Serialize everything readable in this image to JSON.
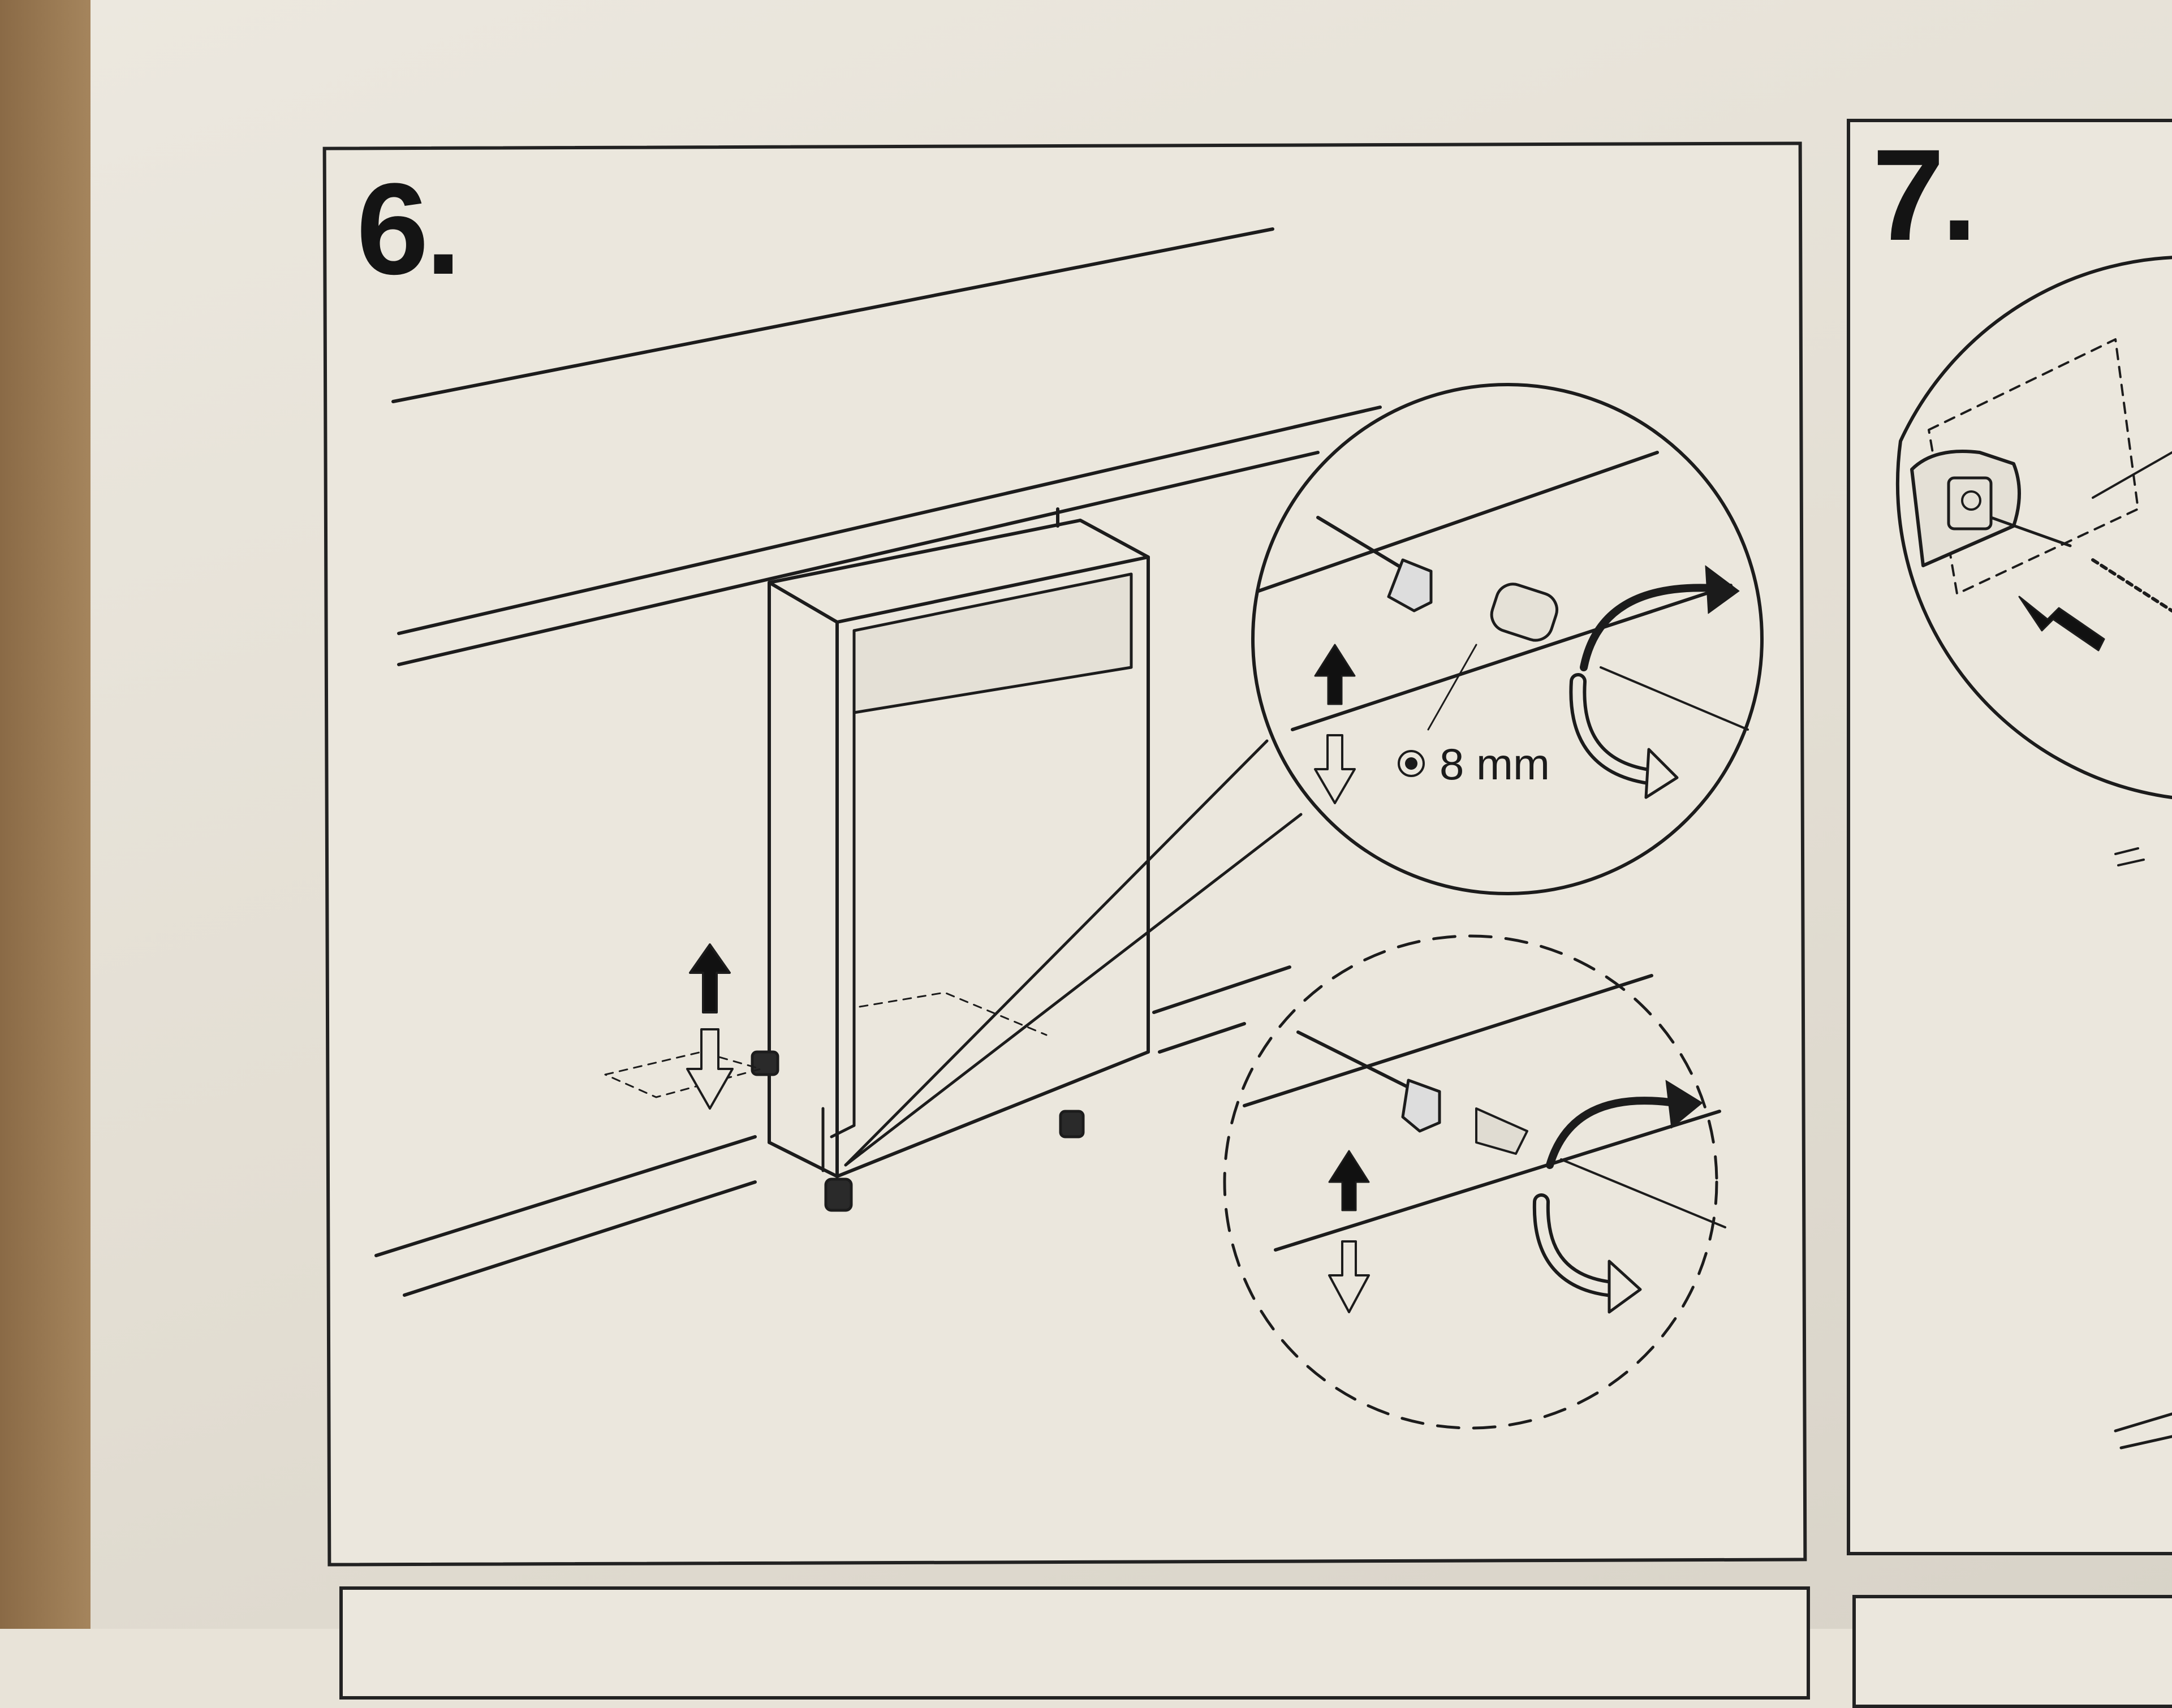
{
  "steps": [
    {
      "number": "6.",
      "detail_label": "8 mm"
    },
    {
      "number": "7."
    }
  ]
}
